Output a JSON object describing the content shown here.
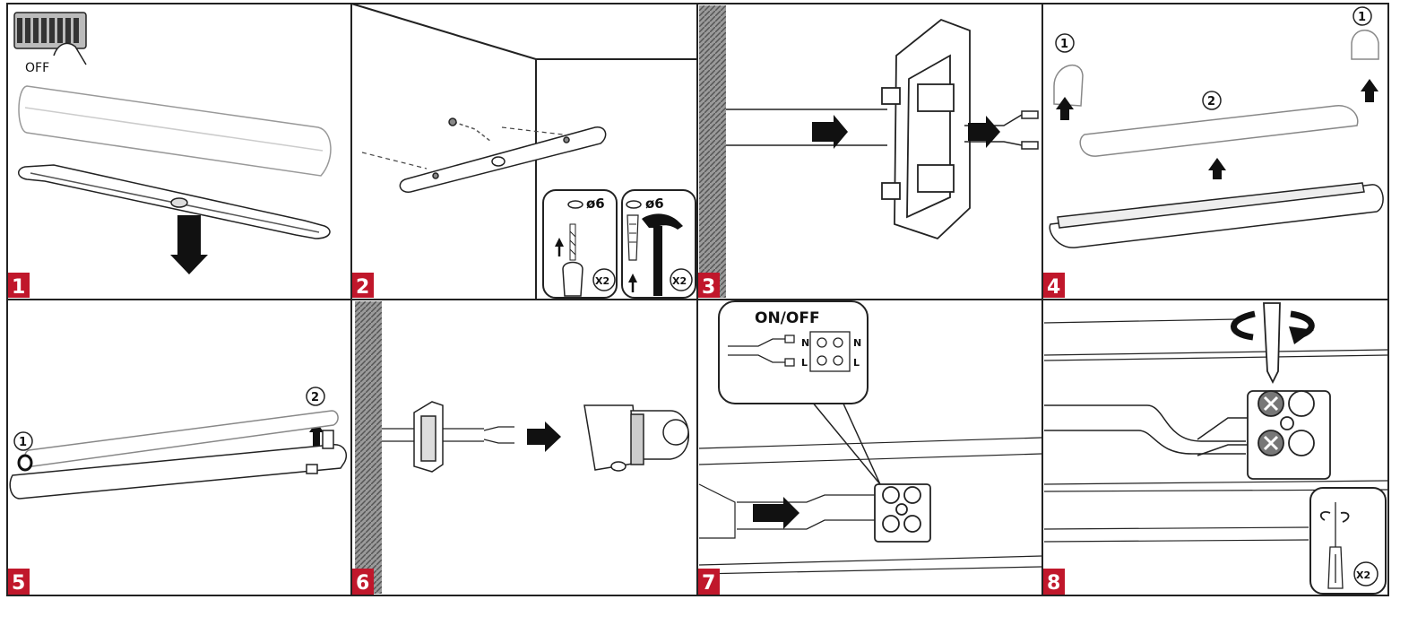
{
  "colors": {
    "badge": "#c0172b",
    "stroke": "#222222",
    "fill_dark": "#111111",
    "wall": "#777777"
  },
  "panels": [
    {
      "number": "1",
      "switch_label": "OFF"
    },
    {
      "number": "2",
      "drill_label": "ø6",
      "anchor_label": "ø6",
      "drill_count": "X2",
      "anchor_count": "X2"
    },
    {
      "number": "3"
    },
    {
      "number": "4",
      "left_cap_step": "1",
      "right_cap_step": "1",
      "cover_step": "2"
    },
    {
      "number": "5",
      "left_step": "1",
      "right_step": "2"
    },
    {
      "number": "6"
    },
    {
      "number": "7",
      "callout_title": "ON/OFF",
      "terminal_n_left": "N",
      "terminal_n_right": "N",
      "terminal_l_left": "L",
      "terminal_l_right": "L"
    },
    {
      "number": "8",
      "screw_count": "X2"
    }
  ]
}
